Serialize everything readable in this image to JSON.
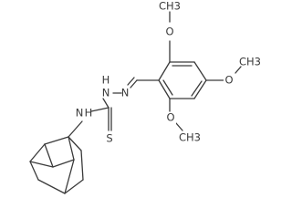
{
  "molecule": {
    "atoms": [
      {
        "id": "O1",
        "text": "O"
      },
      {
        "id": "CH3_1",
        "text": "CH3"
      },
      {
        "id": "O2",
        "text": "O"
      },
      {
        "id": "CH3_2",
        "text": "CH3"
      },
      {
        "id": "O3",
        "text": "O"
      },
      {
        "id": "CH3_3",
        "text": "CH3"
      },
      {
        "id": "N1",
        "text": "N"
      },
      {
        "id": "H1",
        "text": "H"
      },
      {
        "id": "N2",
        "text": "N"
      },
      {
        "id": "N3",
        "text": "N"
      },
      {
        "id": "H3",
        "text": "H"
      },
      {
        "id": "S",
        "text": "S"
      }
    ]
  }
}
